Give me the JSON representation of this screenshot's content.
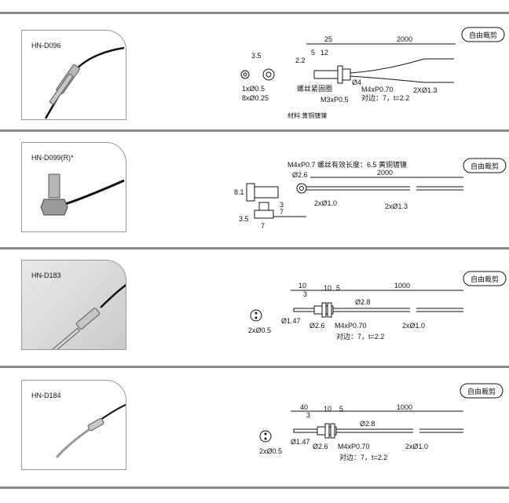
{
  "badge_label": "自由裁剪",
  "products": [
    {
      "model": "HN-D096",
      "material": "材料:黄铜镀镍",
      "dims": {
        "total": "25",
        "a": "5",
        "b": "12",
        "cable": "2000",
        "d1": "2.2",
        "d2": "Ø4",
        "thread": "M4xP0.70",
        "hex": "对边：7，t=2.2",
        "tip_thread": "M3xP0.5",
        "nut": "螺丝紧固圈",
        "fibers": "1xØ0.5",
        "fibers2": "8xØ0.25",
        "cable_d": "2XØ1.3",
        "end": "3.5"
      }
    },
    {
      "model": "HN-D099(R)*",
      "dims": {
        "thread_note": "M4xP0.7 螺丝有效长度：6.5 黄铜镀镍",
        "d1": "Ø2.6",
        "cable": "2000",
        "h": "8.1",
        "fibers": "2xØ1.0",
        "cable_d": "2xØ1.3",
        "a": "3",
        "b": "7",
        "c": "3.5",
        "e": "7"
      }
    },
    {
      "model": "HN-D183",
      "dims": {
        "a": "10",
        "b": "3",
        "c": "10",
        "d": "5",
        "cable": "1000",
        "d1": "Ø2.8",
        "d2": "Ø1.47",
        "d3": "Ø2.6",
        "thread": "M4xP0.70",
        "hex": "对边：7，t=2.2",
        "fibers": "2xØ0.5",
        "cable_d": "2xØ1.0"
      }
    },
    {
      "model": "HN-D184",
      "dims": {
        "a": "40",
        "b": "3",
        "c": "10",
        "d": "5",
        "cable": "1000",
        "d1": "Ø2.8",
        "d2": "Ø1.47",
        "d3": "Ø2.6",
        "thread": "M4xP0.70",
        "hex": "对边：7，t=2.2",
        "fibers": "2xØ0.5",
        "cable_d": "2xØ1.0"
      }
    }
  ]
}
